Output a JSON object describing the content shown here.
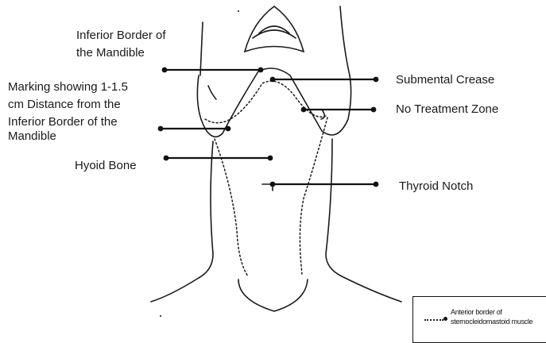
{
  "labels": {
    "inferior_border_line1": "Inferior Border of",
    "inferior_border_line2": "the Mandible",
    "marking_line1": "Marking showing 1-1.5",
    "marking_line2": "cm Distance from the",
    "marking_line3": "Inferior Border of the",
    "marking_line4": "Mandible",
    "hyoid_bone": "Hyoid Bone",
    "submental_crease": "Submental Crease",
    "no_treatment_zone": "No Treatment Zone",
    "thyroid_notch": "Thyroid Notch"
  },
  "legend": {
    "text": "Anterior border of sternocleidomastoid muscle"
  },
  "colors": {
    "ink": "#111111",
    "text": "#1a1a1a",
    "background": "#ffffff"
  }
}
